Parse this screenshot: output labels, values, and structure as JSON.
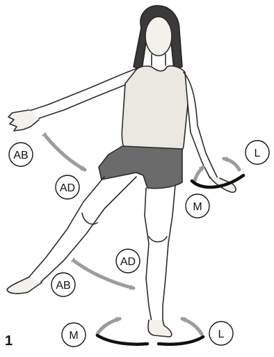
{
  "figure_number": "1",
  "labels": {
    "ab_arm": "AB",
    "ad_arm": "AD",
    "l_wrist": "L",
    "m_wrist": "M",
    "ad_leg": "AD",
    "ab_leg": "AB",
    "m_foot": "M",
    "l_foot": "L"
  },
  "colors": {
    "arrow": "#9c9c9c",
    "rotation_band": "#111111",
    "line_art": "#2a2a2a"
  }
}
